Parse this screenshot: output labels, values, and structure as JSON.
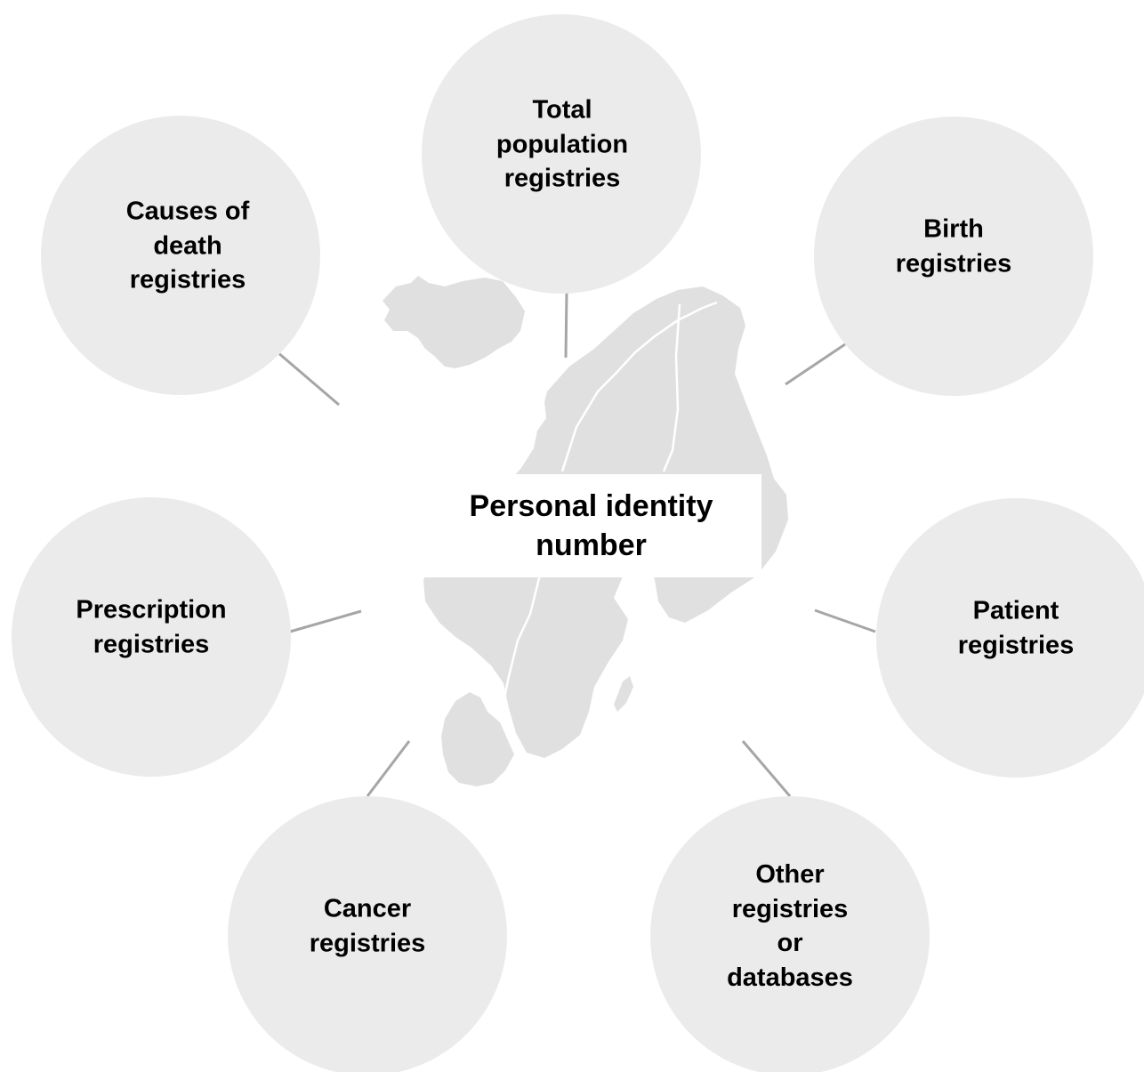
{
  "diagram": {
    "center": {
      "label": "Personal identity\nnumber"
    },
    "nodes": [
      {
        "id": "total-population",
        "label": "Total\npopulation\nregistries"
      },
      {
        "id": "birth",
        "label": "Birth\nregistries"
      },
      {
        "id": "patient",
        "label": "Patient\nregistries"
      },
      {
        "id": "other",
        "label": "Other\nregistries or\ndatabases"
      },
      {
        "id": "cancer",
        "label": "Cancer\nregistries"
      },
      {
        "id": "prescription",
        "label": "Prescription\nregistries"
      },
      {
        "id": "causes-of-death",
        "label": "Causes of\ndeath\nregistries"
      }
    ]
  },
  "colors": {
    "circle_fill": "#ebebeb",
    "map_fill": "#e0e0e0",
    "connector": "#a6a6a6",
    "text": "#000000",
    "background": "#ffffff"
  }
}
